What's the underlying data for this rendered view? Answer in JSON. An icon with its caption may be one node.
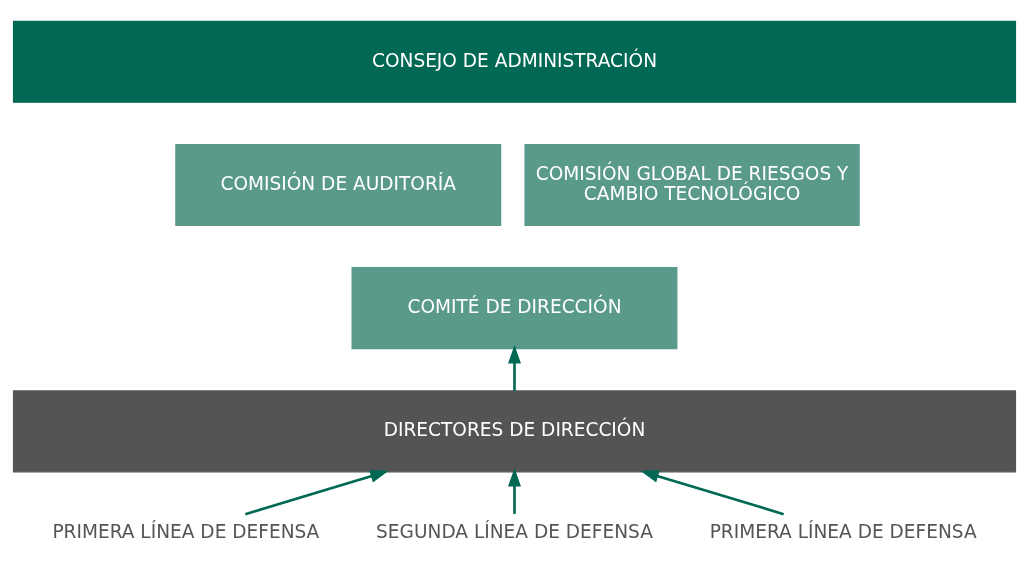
{
  "diagram": {
    "nodes": [
      {
        "text": [
          "CONSEJO DE ADMINISTRACIÓN"
        ]
      },
      {
        "text": [
          "COMISIÓN DE AUDITORÍA"
        ]
      },
      {
        "text": [
          "COMISIÓN GLOBAL DE RIESGOS Y CAMBIO TECNOLÓGICO"
        ]
      },
      {
        "text": [
          "COMITÉ DE DIRECCIÓN"
        ]
      },
      {
        "text": [
          "DIRECTORES DE DIRECCIÓN"
        ]
      },
      {
        "text": [
          "PRIMERA LÍNEA DE DEFENSA"
        ]
      },
      {
        "text": [
          "SEGUNDA LÍNEA DE DEFENSA"
        ]
      },
      {
        "text": [
          "PRIMERA LÍNEA DE DEFENSA"
        ]
      }
    ],
    "edges": [
      {
        "from": 4,
        "to": 3,
        "arrow": "to"
      },
      {
        "from": 5,
        "to": 4,
        "arrow": "to"
      },
      {
        "from": 6,
        "to": 4,
        "arrow": "to"
      },
      {
        "from": 7,
        "to": 4,
        "arrow": "to"
      }
    ]
  }
}
